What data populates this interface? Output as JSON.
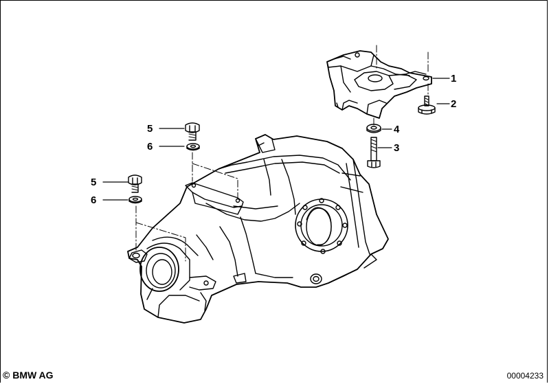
{
  "callouts": [
    {
      "id": "c1",
      "label": "1"
    },
    {
      "id": "c2",
      "label": "2"
    },
    {
      "id": "c4",
      "label": "4"
    },
    {
      "id": "c3",
      "label": "3"
    },
    {
      "id": "c5a",
      "label": "5"
    },
    {
      "id": "c6a",
      "label": "6"
    },
    {
      "id": "c5b",
      "label": "5"
    },
    {
      "id": "c6b",
      "label": "6"
    }
  ],
  "footer": {
    "copyright": "© BMW AG",
    "diagram_number": "00004233"
  }
}
